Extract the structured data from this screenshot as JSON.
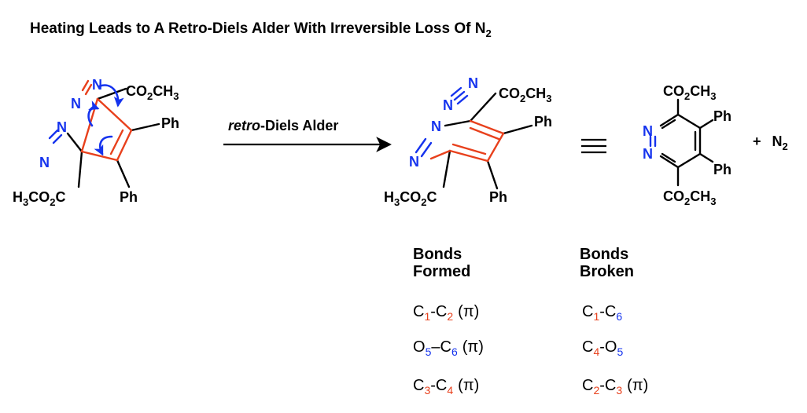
{
  "title": {
    "main": "Heating Leads to A Retro-Diels Alder With Irreversible Loss Of N",
    "sub": "2"
  },
  "colors": {
    "red": "#e8401c",
    "blue": "#1533ee",
    "black": "#000000"
  },
  "reactant": {
    "n_top": "N",
    "n_mid": "N",
    "n_left": "N",
    "n_bottom": "N",
    "ester_top": {
      "a": "CO",
      "b": "2",
      "c": "CH",
      "d": "3"
    },
    "ester_bottom": {
      "a": "H",
      "b": "3",
      "c": "CO",
      "d": "2",
      "e": "C"
    },
    "ph_right": "Ph",
    "ph_bottom": "Ph"
  },
  "arrow": {
    "italic": "retro",
    "rest": "-Diels Alder"
  },
  "product": {
    "n2_a": "N",
    "n2_b": "N",
    "n_left": "N",
    "n_bottom": "N",
    "ester_top": {
      "a": "CO",
      "b": "2",
      "c": "CH",
      "d": "3"
    },
    "ester_bottom": {
      "a": "H",
      "b": "3",
      "c": "CO",
      "d": "2",
      "e": "C"
    },
    "ph_right": "Ph",
    "ph_bottom": "Ph"
  },
  "pyridazine": {
    "n_top": "N",
    "n_bottom": "N",
    "ester_top": {
      "a": "CO",
      "b": "2",
      "c": "CH",
      "d": "3"
    },
    "ester_bottom": {
      "a": "CO",
      "b": "2",
      "c": "CH",
      "d": "3"
    },
    "ph_top": "Ph",
    "ph_bottom": "Ph"
  },
  "byproduct": {
    "plus": "+",
    "a": "N",
    "b": "2"
  },
  "tables": {
    "formed": {
      "header1": "Bonds",
      "header2": "Formed",
      "rows": [
        {
          "a": "C",
          "a_sub": "1",
          "b": "C",
          "b_sub": "2",
          "note": "(π)"
        },
        {
          "a": "O",
          "a_sub": "5",
          "b": "C",
          "b_sub": "6",
          "note": "(π)"
        },
        {
          "a": "C",
          "a_sub": "3",
          "b": "C",
          "b_sub": "4",
          "note": "(π)"
        }
      ]
    },
    "broken": {
      "header1": "Bonds",
      "header2": "Broken",
      "rows": [
        {
          "a": "C",
          "a_sub": "1",
          "b": "C",
          "b_sub": "6",
          "note": ""
        },
        {
          "a": "C",
          "a_sub": "4",
          "b": "O",
          "b_sub": "5",
          "note": ""
        },
        {
          "a": "C",
          "a_sub": "2",
          "b": "C",
          "b_sub": "3",
          "note": "(π)"
        }
      ]
    }
  }
}
